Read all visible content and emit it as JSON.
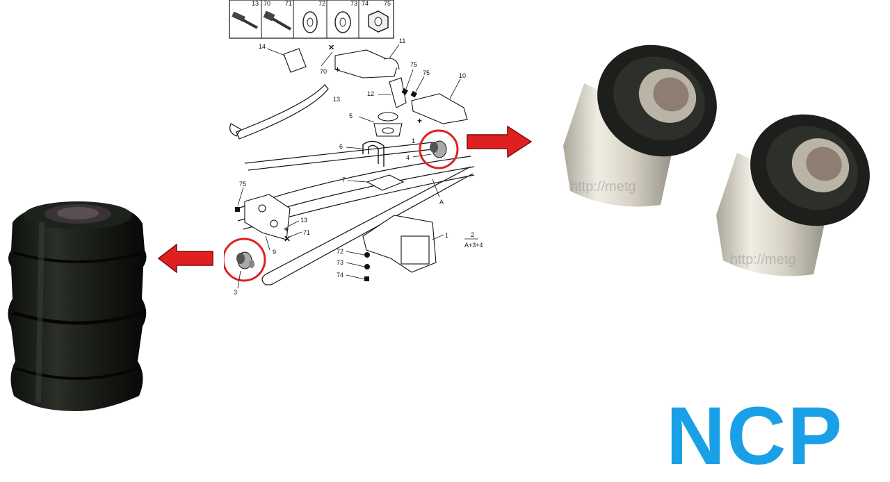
{
  "header_parts": [
    {
      "id": "13",
      "icon": "bolt-icon"
    },
    {
      "id": "70",
      "icon": "bolt-icon"
    },
    {
      "id": "71",
      "icon": "bolt-long-icon"
    },
    {
      "id": "72",
      "icon": "washer-icon"
    },
    {
      "id": "73",
      "icon": "washer-icon"
    },
    {
      "id": "74",
      "icon": "nut-icon"
    },
    {
      "id": "75",
      "icon": "nut-icon"
    }
  ],
  "callouts": {
    "c14": "14",
    "c70": "70",
    "c11": "11",
    "c13a": "13",
    "c75a": "75",
    "c75b": "75",
    "c10": "10",
    "c12": "12",
    "c5": "5",
    "c6": "6",
    "c4": "4",
    "c1a": "1",
    "c7": "7",
    "cA": "A",
    "c75c": "75",
    "c13b": "13",
    "c71": "71",
    "c9": "9",
    "c3": "3",
    "c72": "72",
    "c73": "73",
    "c74": "74",
    "c1b": "1",
    "ref_top": "2",
    "ref_bottom": "A+3+4"
  },
  "watermarks": [
    "http://metg",
    "http://metg"
  ],
  "logo": {
    "letters": [
      "N",
      "C",
      "P"
    ],
    "color": "#1aa0e6"
  },
  "colors": {
    "highlight": "#e02020",
    "arrow": "#e02020",
    "rubber": "#1c1f1a",
    "metal": "#d9d4c8"
  }
}
